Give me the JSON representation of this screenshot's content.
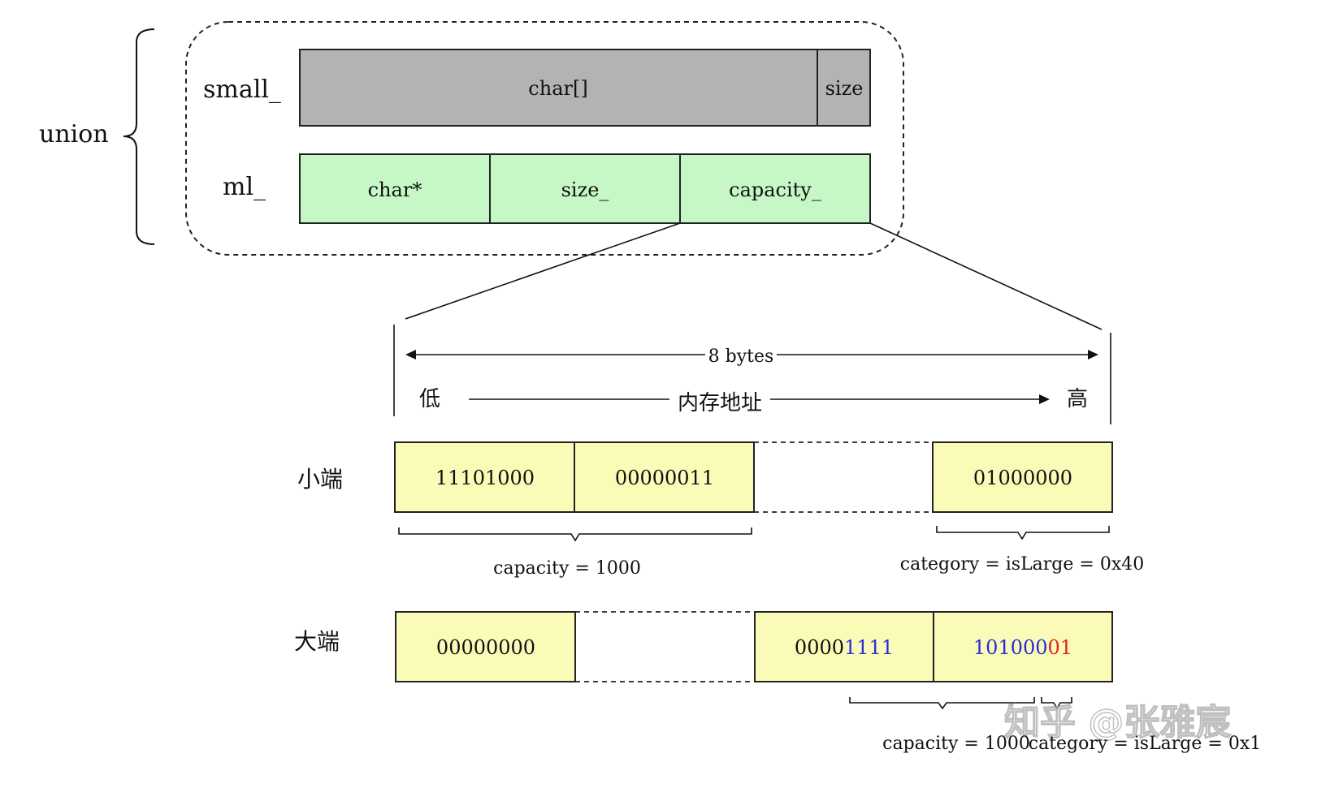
{
  "union": {
    "label": "union",
    "small_label": "small_",
    "ml_label": "ml_",
    "small_cells": [
      "char[]",
      "size"
    ],
    "ml_cells": [
      "char*",
      "size_",
      "capacity_"
    ]
  },
  "detail": {
    "bytes_label": "8 bytes",
    "low_label": "低",
    "mem_label": "内存地址",
    "high_label": "高"
  },
  "little_endian": {
    "label": "小端",
    "cells": [
      {
        "segments": [
          {
            "text": "11101000",
            "color": "#e0201e"
          }
        ]
      },
      {
        "segments": [
          {
            "text": "00000011",
            "color": "#e0201e"
          }
        ]
      },
      {
        "segments": []
      },
      {
        "segments": [
          {
            "text": "01000000",
            "color": "#e0201e"
          }
        ]
      }
    ],
    "capacity_note": "capacity = 1000",
    "category_note": "category = isLarge = 0x40"
  },
  "big_endian": {
    "label": "大端",
    "cells": [
      {
        "segments": [
          {
            "text": "00000000",
            "color": "#111111"
          }
        ]
      },
      {
        "segments": []
      },
      {
        "segments": [
          {
            "text": "0000",
            "color": "#111111"
          },
          {
            "text": "1111",
            "color": "#2b2bd9"
          }
        ]
      },
      {
        "segments": [
          {
            "text": "101000",
            "color": "#2b2bd9"
          },
          {
            "text": "01",
            "color": "#e0201e"
          }
        ]
      }
    ],
    "capacity_note": "capacity = 1000",
    "category_note": "category = isLarge = 0x1"
  },
  "watermark": "知乎 @张雅宸",
  "colors": {
    "small_fill": "#b3b3b3",
    "ml_fill": "#c6f7c6",
    "byte_fill": "#fbfbb8",
    "red": "#e0201e",
    "blue": "#2b2bd9"
  }
}
